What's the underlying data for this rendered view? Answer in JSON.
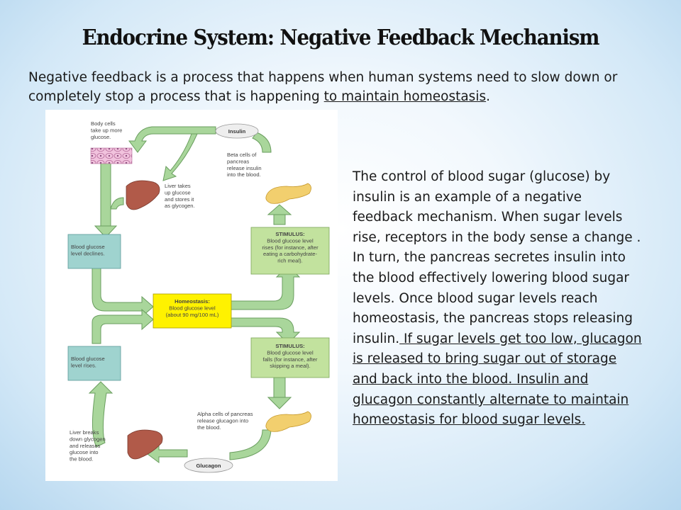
{
  "slide": {
    "title": "Endocrine System: Negative Feedback Mechanism",
    "intro_pre": "Negative feedback is a process that happens when human systems need to slow down or completely stop a process that is happening ",
    "intro_underlined": "to maintain homeostasis",
    "intro_post": ".",
    "body_plain": "The control of blood sugar (glucose) by insulin is an example of a negative feedback mechanism. When sugar levels rise, receptors in the body sense a change . In turn, the pancreas secretes insulin into the blood effectively lowering blood sugar levels. Once blood sugar levels reach homeostasis, the pancreas stops releasing insulin.",
    "body_underlined": " If sugar levels get too low, glucagon is released to bring sugar out of storage and back into the blood. Insulin and glucagon constantly alternate to maintain homeostasis for blood sugar levels."
  },
  "diagram": {
    "insulin_label": "Insulin",
    "glucagon_label": "Glucagon",
    "body_cells": [
      "Body cells",
      "take up more",
      "glucose."
    ],
    "beta_cells": [
      "Beta cells of",
      "pancreas",
      "release insulin",
      "into the blood."
    ],
    "liver_takes_up": [
      "Liver takes",
      "up glucose",
      "and stores it",
      "as glycogen."
    ],
    "stimulus_rise": [
      "STIMULUS:",
      "Blood glucose level",
      "rises (for instance, after",
      "eating a carbohydrate-",
      "rich meal)."
    ],
    "declines": [
      "Blood glucose",
      "level declines."
    ],
    "homeostasis": [
      "Homeostasis:",
      "Blood glucose level",
      "(about 90 mg/100 mL)"
    ],
    "stimulus_fall": [
      "STIMULUS:",
      "Blood glucose level",
      "falls (for instance, after",
      "skipping a meal)."
    ],
    "rises": [
      "Blood glucose",
      "level rises."
    ],
    "alpha_cells": [
      "Alpha cells of pancreas",
      "release glucagon into",
      "the blood."
    ],
    "liver_breaks": [
      "Liver breaks",
      "down glycogen",
      "and releases",
      "glucose into",
      "the blood."
    ]
  },
  "colors": {
    "arrow_fill": "#a9d69b",
    "arrow_stroke": "#6a9e5f",
    "box_fill": "#9fd3cf",
    "stimulus_fill": "#c2e29e",
    "homeostasis_fill": "#fff200",
    "liver": "#b15a49",
    "pancreas": "#f2cf6e"
  }
}
